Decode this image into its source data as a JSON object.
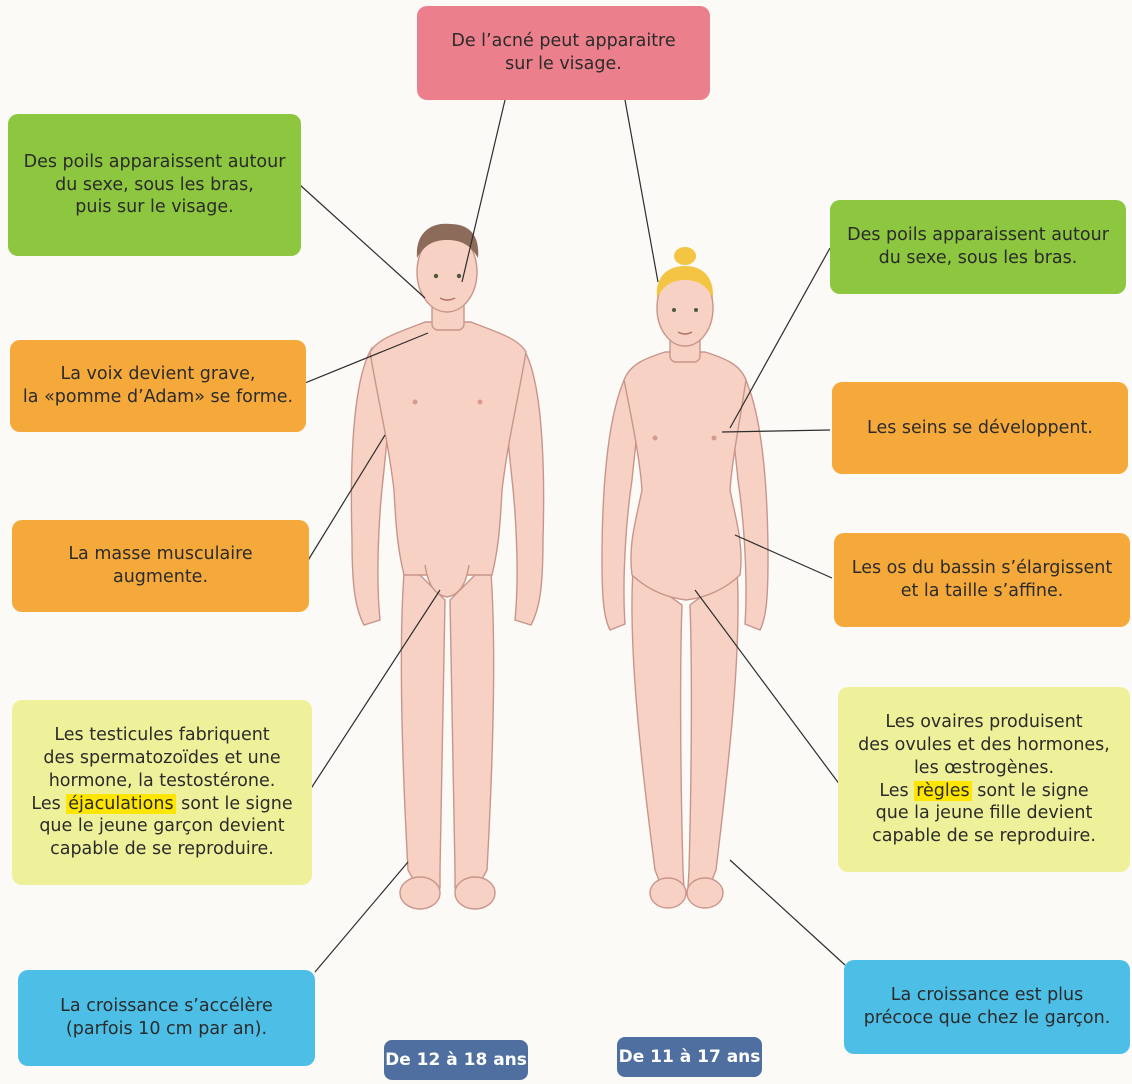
{
  "labels": {
    "acne": "De l’acné peut apparaitre\nsur le visage.",
    "boy_hair": "Des poils apparaissent autour\ndu sexe, sous les bras,\npuis sur le visage.",
    "voice": "La voix devient grave,\nla «pomme d’Adam» se forme.",
    "muscle": "La masse musculaire\naugmente.",
    "testes": {
      "line1": "Les testicules fabriquent\ndes spermatozoïdes et une\nhormone, la testostérone.\n",
      "pre": "Les ",
      "highlight": "éjaculations",
      "post": " sont le signe\nque le jeune garçon devient\ncapable de se reproduire."
    },
    "boy_growth": "La croissance s’accélère\n(parfois 10 cm par an).",
    "girl_hair": "Des poils apparaissent autour\ndu sexe, sous les bras.",
    "breasts": "Les seins se développent.",
    "pelvis": "Les os du bassin s’élargissent\net la taille s’affine.",
    "ovaries": {
      "line1": "Les ovaires produisent\ndes ovules et des hormones,\nles œstrogènes.\n",
      "pre": "Les ",
      "highlight": "règles",
      "post": " sont le signe\nque la jeune fille devient\ncapable de se reproduire."
    },
    "girl_growth": "La croissance est plus\nprécoce que chez le garçon."
  },
  "ages": {
    "boy": "De 12 à 18 ans",
    "girl": "De 11 à 17 ans"
  },
  "colors": {
    "green": "#8dc63f",
    "orange": "#f6a93b",
    "pink": "#ec7f8c",
    "yellow": "#eef19a",
    "blue": "#4dbfe6",
    "age_badge": "#4f6fa0",
    "skin": "#f7d2c4"
  }
}
